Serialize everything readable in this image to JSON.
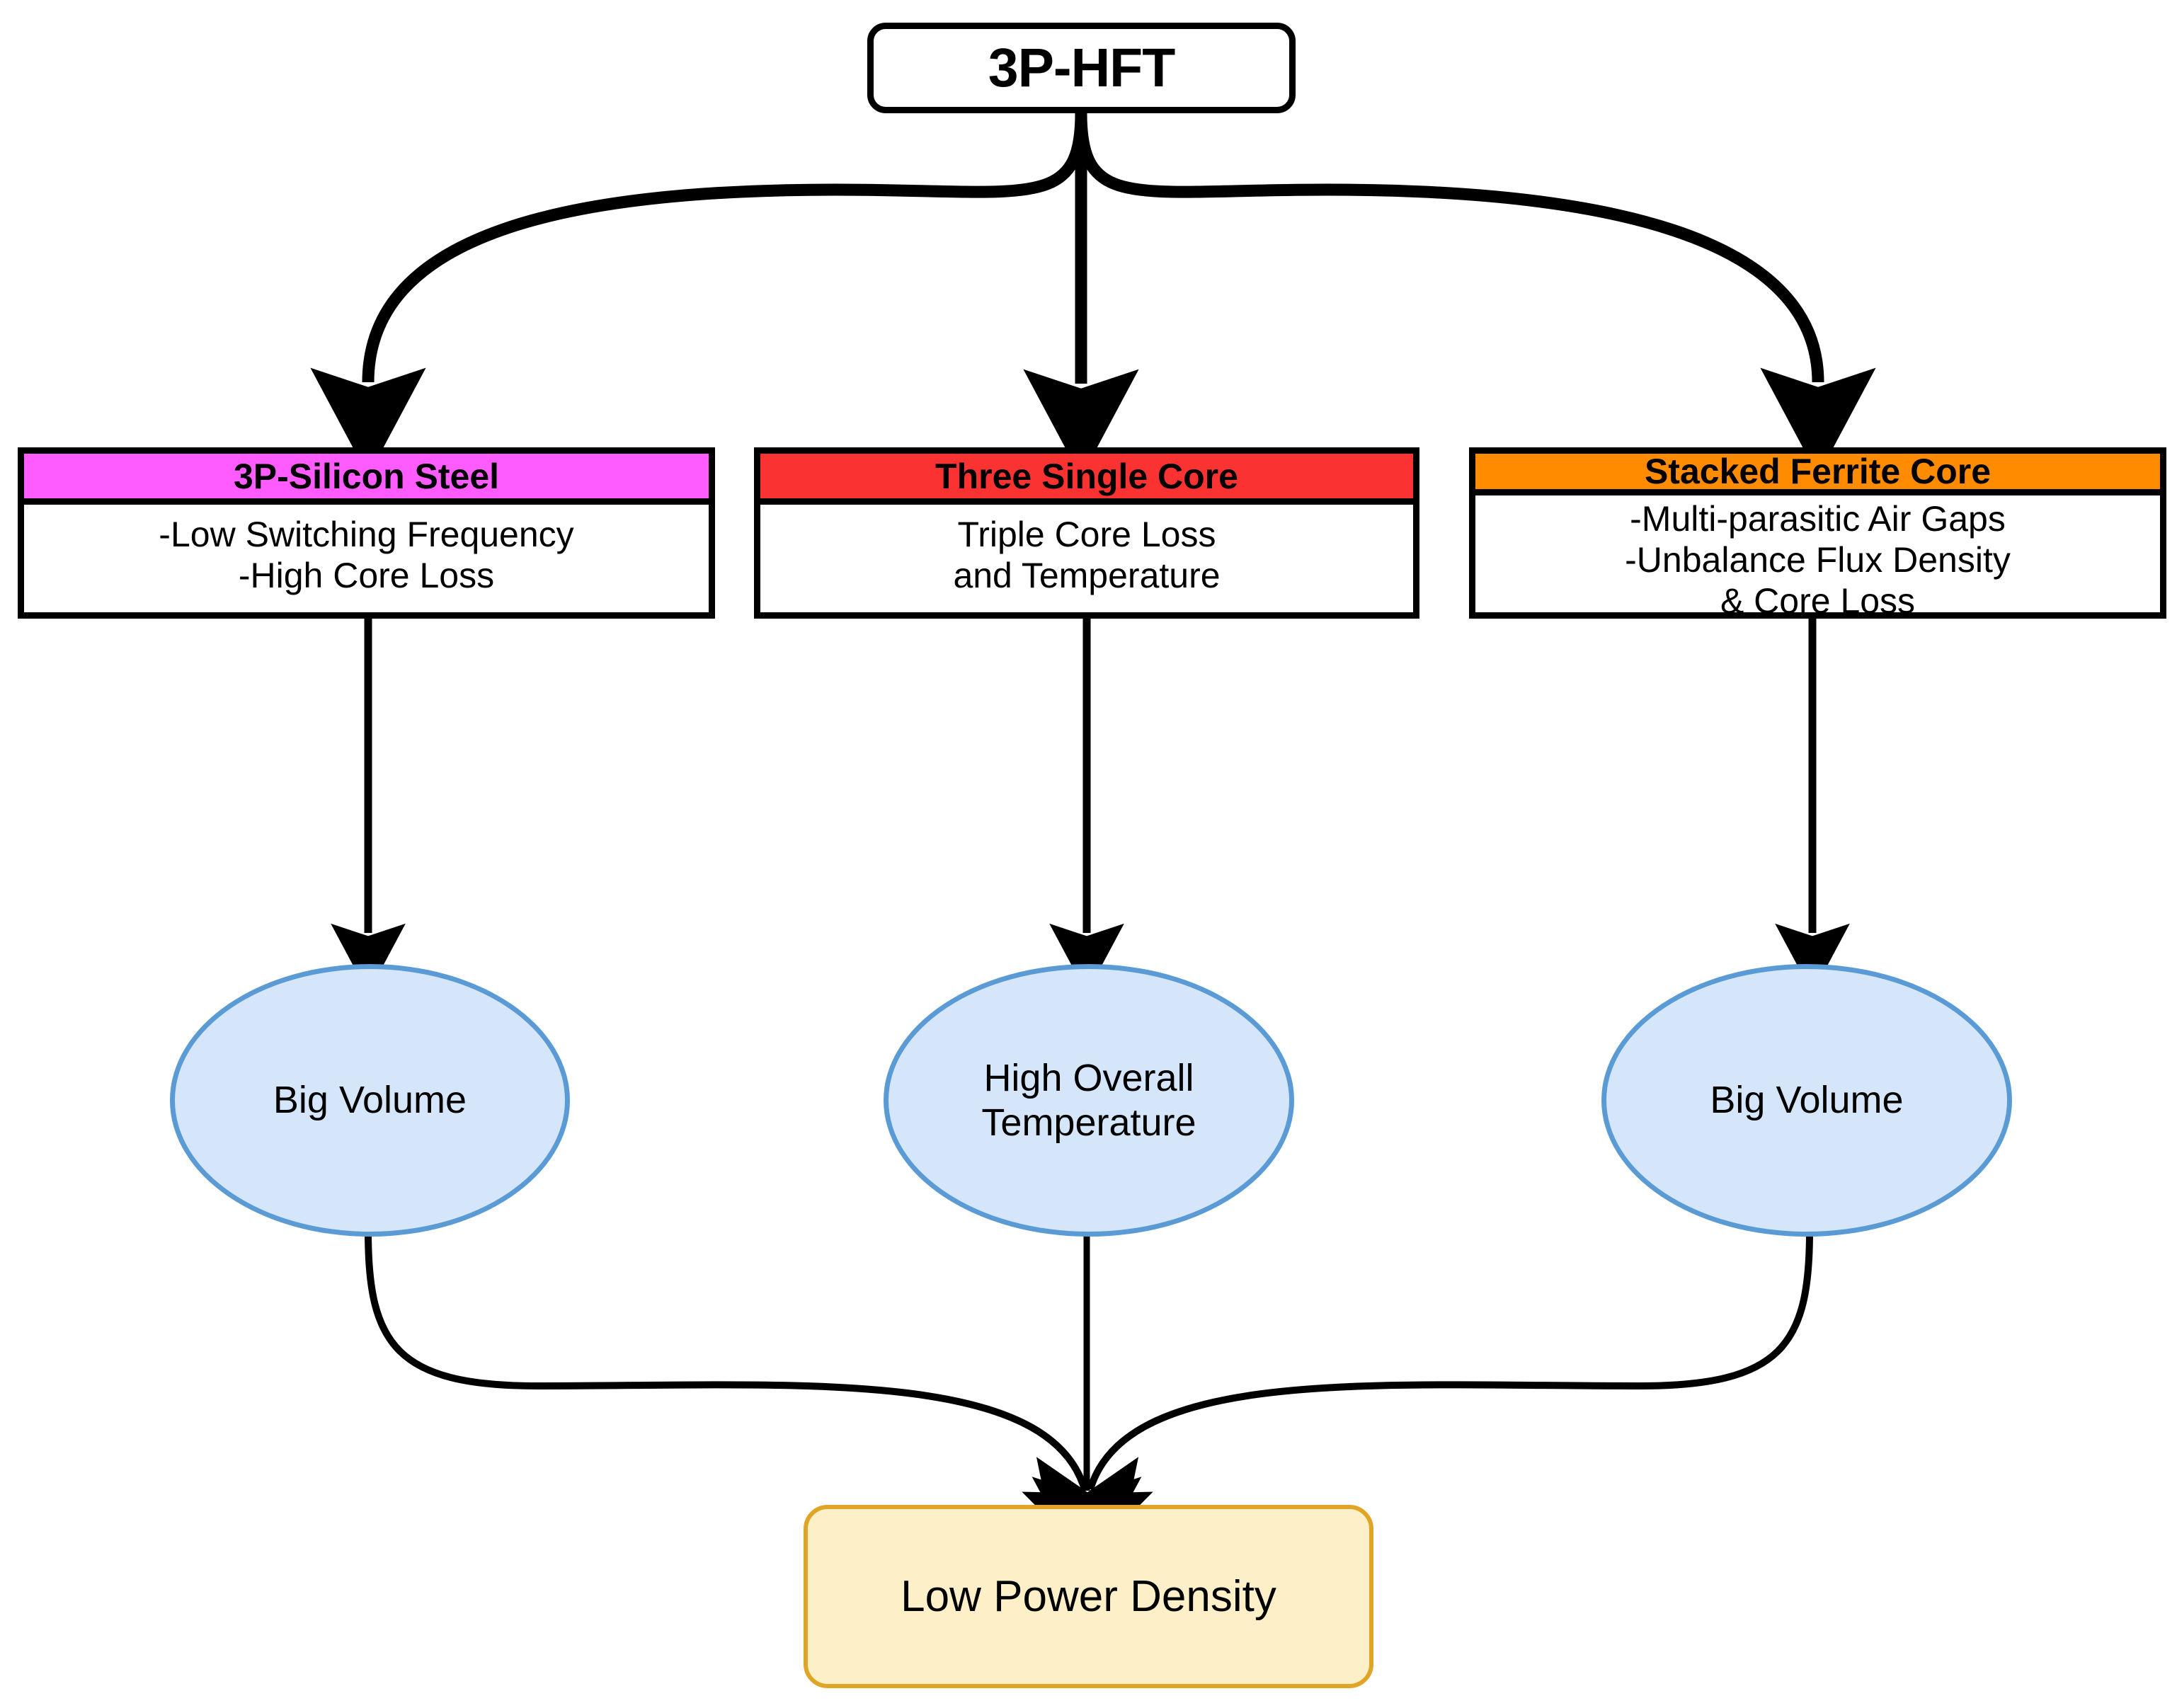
{
  "diagram": {
    "title": "3P-HFT core option drawbacks flowchart",
    "root": {
      "label": "3P-HFT",
      "shape": "rounded-rectangle",
      "fill": "#ffffff",
      "stroke": "#000000"
    },
    "options": [
      {
        "id": "silicon-steel",
        "header": "3P-Silicon Steel",
        "header_fill": "#ff5cff",
        "body": "-Low Switching Frequency\n-High Core Loss"
      },
      {
        "id": "three-single-core",
        "header": "Three Single Core",
        "header_fill": "#fa3232",
        "body": "Triple Core Loss\nand Temperature"
      },
      {
        "id": "stacked-ferrite-core",
        "header": "Stacked Ferrite Core",
        "header_fill": "#ff8c00",
        "body": "-Multi-parasitic Air Gaps\n-Unbalance Flux Density\n& Core Loss"
      }
    ],
    "outcomes": [
      {
        "id": "big-volume-left",
        "label": "Big Volume",
        "fill": "#d6e6fa",
        "stroke": "#5b9bd5"
      },
      {
        "id": "high-overall-temperature",
        "label": "High Overall\nTemperature",
        "fill": "#d6e6fa",
        "stroke": "#5b9bd5"
      },
      {
        "id": "big-volume-right",
        "label": "Big Volume",
        "fill": "#d6e6fa",
        "stroke": "#5b9bd5"
      }
    ],
    "conclusion": {
      "label": "Low Power Density",
      "shape": "rounded-rectangle",
      "fill": "#fdf0c8",
      "stroke": "#e0a526"
    },
    "edges": {
      "style": "curved-with-arrowhead",
      "color": "#000000",
      "fan_out_count": 3,
      "fan_in_count": 3
    }
  }
}
